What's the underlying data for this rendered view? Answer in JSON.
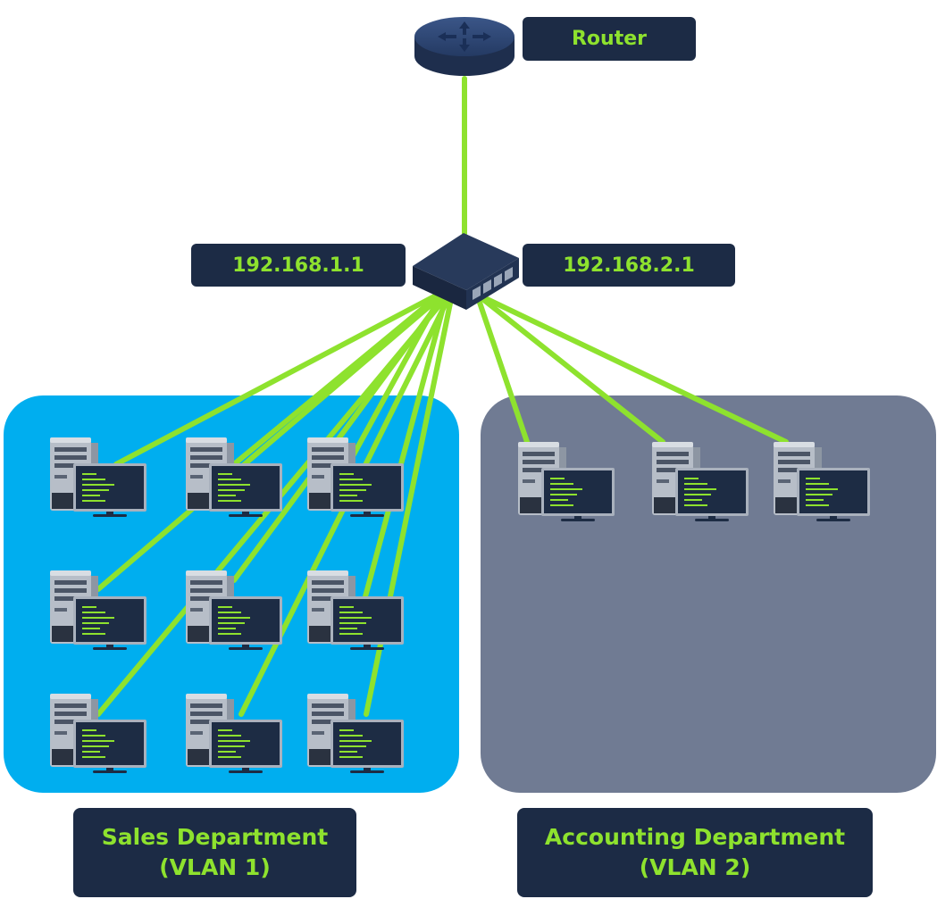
{
  "router": {
    "label": "Router"
  },
  "switch": {
    "ip_left": "192.168.1.1",
    "ip_right": "192.168.2.1"
  },
  "departments": [
    {
      "name": "Sales Department",
      "vlan": "(VLAN 1)",
      "computers": 9
    },
    {
      "name": "Accounting Department",
      "vlan": "(VLAN 2)",
      "computers": 3
    }
  ],
  "colors": {
    "link": "#8ee22e",
    "label_bg": "#1c2b45",
    "label_text": "#8ee22e",
    "vlan1_zone": "#00aeef",
    "vlan2_zone": "#707b93"
  }
}
